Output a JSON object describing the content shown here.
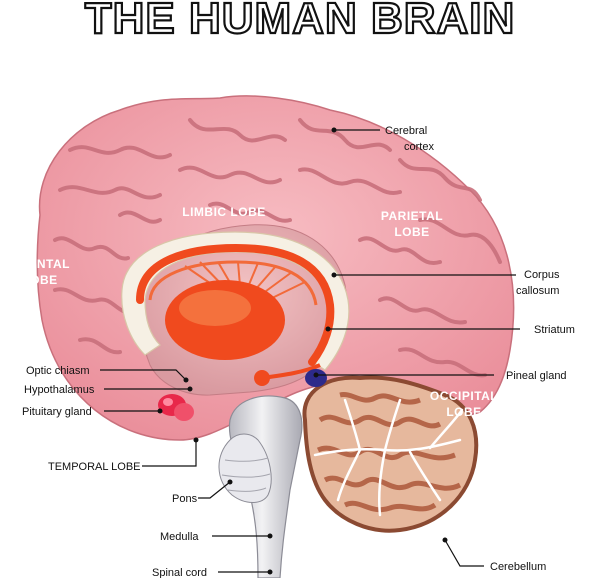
{
  "title": "THE HUMAN BRAIN",
  "labels": {
    "cerebral_cortex": [
      "Cerebral",
      "cortex"
    ],
    "corpus_callosum": [
      "Corpus",
      "callosum"
    ],
    "striatum": "Striatum",
    "pineal_gland": "Pineal gland",
    "cerebellum": "Cerebellum",
    "spinal_cord": "Spinal cord",
    "medulla": "Medulla",
    "pons": "Pons",
    "temporal_lobe": "TEMPORAL LOBE",
    "pituitary_gland": "Pituitary gland",
    "hypothalamus": "Hypothalamus",
    "optic_chiasm": "Optic chiasm"
  },
  "lobes": {
    "frontal": [
      "FRONTAL",
      "LOBE"
    ],
    "limbic": "LIMBIC LOBE",
    "parietal": [
      "PARIETAL",
      "LOBE"
    ],
    "occipital": [
      "OCCIPITAL",
      "LOBE"
    ]
  },
  "colors": {
    "cortex": "#f2a5ad",
    "cortex_dark": "#c9707c",
    "corpus_callosum": "#f6f0e4",
    "limbic_orange": "#f04a1e",
    "brainstem": "#d9d9de",
    "cerebellum": "#b97255",
    "pituitary": "#e8284a",
    "pineal": "#2d2a8a"
  }
}
